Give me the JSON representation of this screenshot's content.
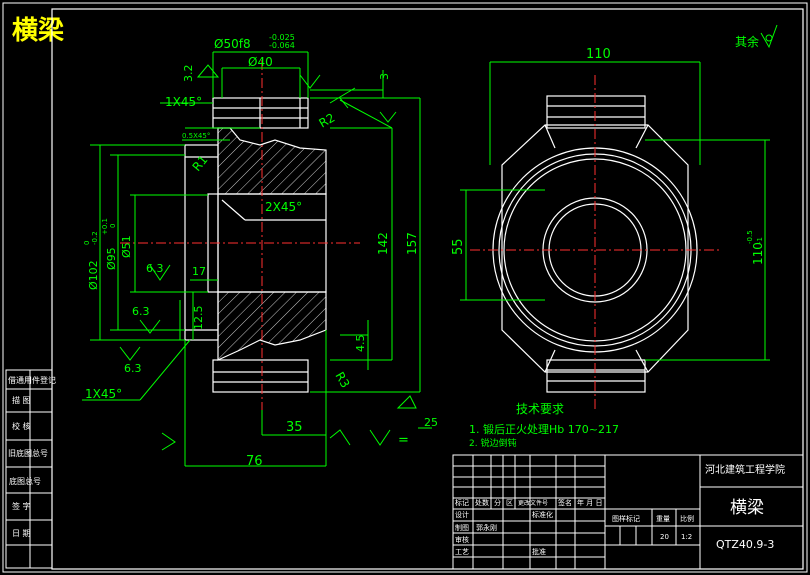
{
  "window_title": "横梁",
  "side_table": [
    "借通用件登记",
    "描 图",
    "校 核",
    "旧底图总号",
    "底图总号",
    "签 字",
    "日 期"
  ],
  "roughness_general": "其余",
  "dims_left": {
    "top_dia": "Ø50f8",
    "top_tol_upper": "-0.025",
    "top_tol_lower": "-0.064",
    "d40": "Ø40",
    "r32": "3.2",
    "c1": "1X45°",
    "c2": "0.5X45°",
    "r2": "R2",
    "r1": "R1",
    "d3": "3",
    "inner_c": "2X45°",
    "d102": "Ø102",
    "d102_tol_u": "0",
    "d102_tol_l": "-0.2",
    "d95": "Ø95",
    "d95_tol_u": "+0.1",
    "d95_tol_l": "0",
    "d51": "Ø51",
    "r63a": "6.3",
    "r63b": "6.3",
    "r63c": "6.3",
    "d17": "17",
    "d125": "12.5",
    "c3": "1X45°",
    "d142": "142",
    "d157": "157",
    "d45": "4.5",
    "r3": "R3",
    "d35": "35",
    "d76": "76",
    "r25": "25",
    "eq": "="
  },
  "dims_right": {
    "d110top": "110",
    "d55": "55",
    "d110side": "110",
    "d110_tol_u": "-0.5",
    "d110_tol_l": "-1"
  },
  "tech": {
    "heading": "技术要求",
    "item1": "1. 锻后正火处理Hb 170~217",
    "item2": "2. 锐边倒钝"
  },
  "title_block": {
    "school": "河北建筑工程学院",
    "part_name": "横梁",
    "drawing_no": "QTZ40.9-3",
    "row_labels": [
      "标记",
      "处数",
      "分",
      "区",
      "更改文件号",
      "签名",
      "年 月 日"
    ],
    "design": "设计",
    "standard": "标准化",
    "draw": "制图",
    "drawer": "郭永刚",
    "review": "审核",
    "process": "工艺",
    "approve": "批准",
    "stage_hdr": "图样标记",
    "weight_hdr": "重量",
    "scale_hdr": "比例",
    "weight": "20",
    "scale": "1:2"
  }
}
